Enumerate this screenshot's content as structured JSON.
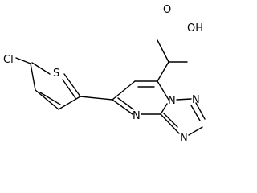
{
  "molecule": {
    "atoms": {
      "cl": "Cl",
      "s": "S",
      "n_ring_bottom": "N",
      "n_bridge": "N",
      "n_triazole_top": "N",
      "n_triazole_bottom": "N",
      "oh": "OH",
      "o_carbonyl": "O"
    }
  }
}
